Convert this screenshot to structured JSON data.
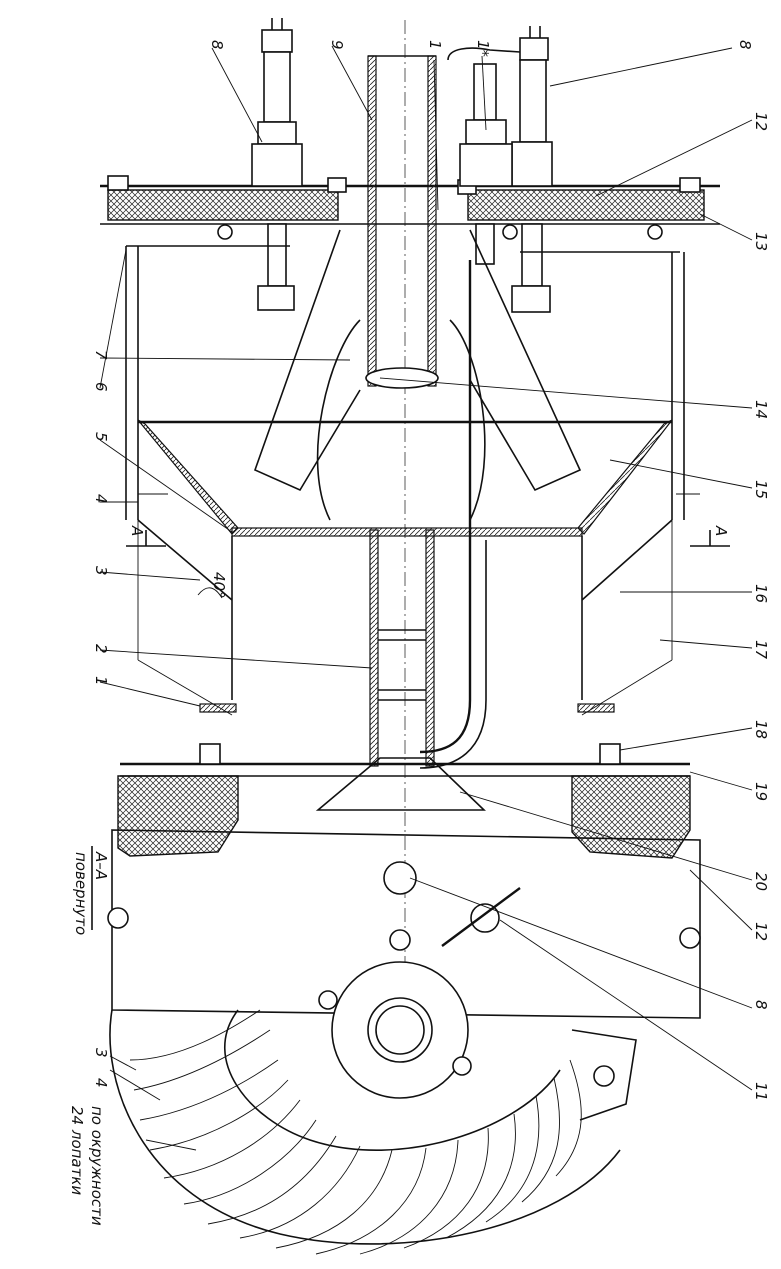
{
  "callouts_left": [
    "8",
    "9",
    "7",
    "6",
    "5",
    "4",
    "3",
    "2",
    "1"
  ],
  "callouts_right": [
    "8",
    "12",
    "13",
    "14",
    "15",
    "16",
    "17",
    "18",
    "19",
    "20",
    "12",
    "8",
    "11"
  ],
  "callouts_top_small": [
    "1",
    "1*"
  ],
  "callouts_section": [
    "3",
    "4"
  ],
  "angle_label": "40°",
  "section_marker_letter": "A",
  "section_title": "А–А",
  "section_subtitle": "повернуто",
  "blades_note_line1": "24 лопатки",
  "blades_note_line2": "по окружности"
}
